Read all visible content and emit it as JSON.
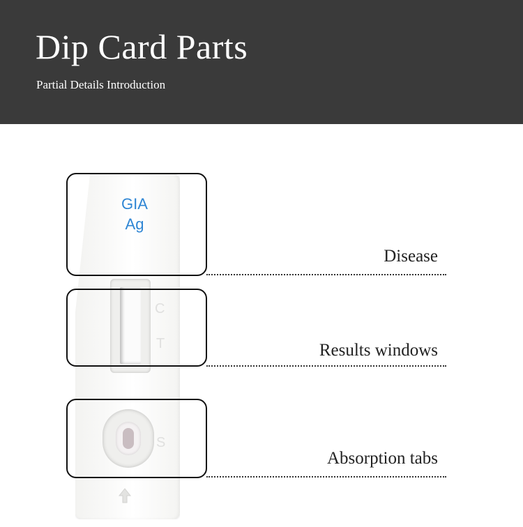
{
  "header": {
    "title": "Dip Card Parts",
    "subtitle": "Partial Details Introduction"
  },
  "card": {
    "brand_line1": "GIA",
    "brand_line2": "Ag",
    "control_mark": "C",
    "test_mark": "T",
    "sample_mark": "S",
    "icons": [
      "up-arrow-icon"
    ],
    "brand_color": "#2f86d4"
  },
  "callouts": [
    {
      "label": "Disease"
    },
    {
      "label": "Results windows"
    },
    {
      "label": "Absorption tabs"
    }
  ]
}
